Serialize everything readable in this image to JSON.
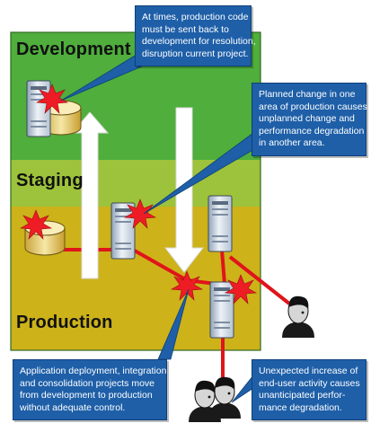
{
  "zones": {
    "development": "Development",
    "staging": "Staging",
    "production": "Production"
  },
  "callouts": {
    "dev_sendback": {
      "lines": [
        "At times, production code",
        "must be sent back to",
        "development for resolution,",
        "disruption current project."
      ]
    },
    "planned_change": {
      "lines": [
        "Planned change in one",
        "area of production causes",
        "unplanned change and",
        "performance degradation",
        "in another area."
      ]
    },
    "deployment": {
      "lines": [
        "Application deployment, integration",
        "and consolidation projects move",
        "from development to production",
        "without adequate control."
      ]
    },
    "user_activity": {
      "lines": [
        "Unexpected increase of",
        "end-user activity causes",
        "unanticipated perfor-",
        "mance degradation."
      ]
    }
  },
  "colors": {
    "development_zone": "#4fae3c",
    "staging_zone": "#b8cf3a",
    "production_zone": "#cdb21a",
    "callout_fill": "#1e5fa8",
    "connector": "#e0141b",
    "burst": "#ee1c24",
    "arrow": "#ffffff"
  },
  "icons": [
    "server-icon",
    "database-icon",
    "burst-icon",
    "user-icon",
    "up-arrow-icon",
    "down-arrow-icon"
  ]
}
